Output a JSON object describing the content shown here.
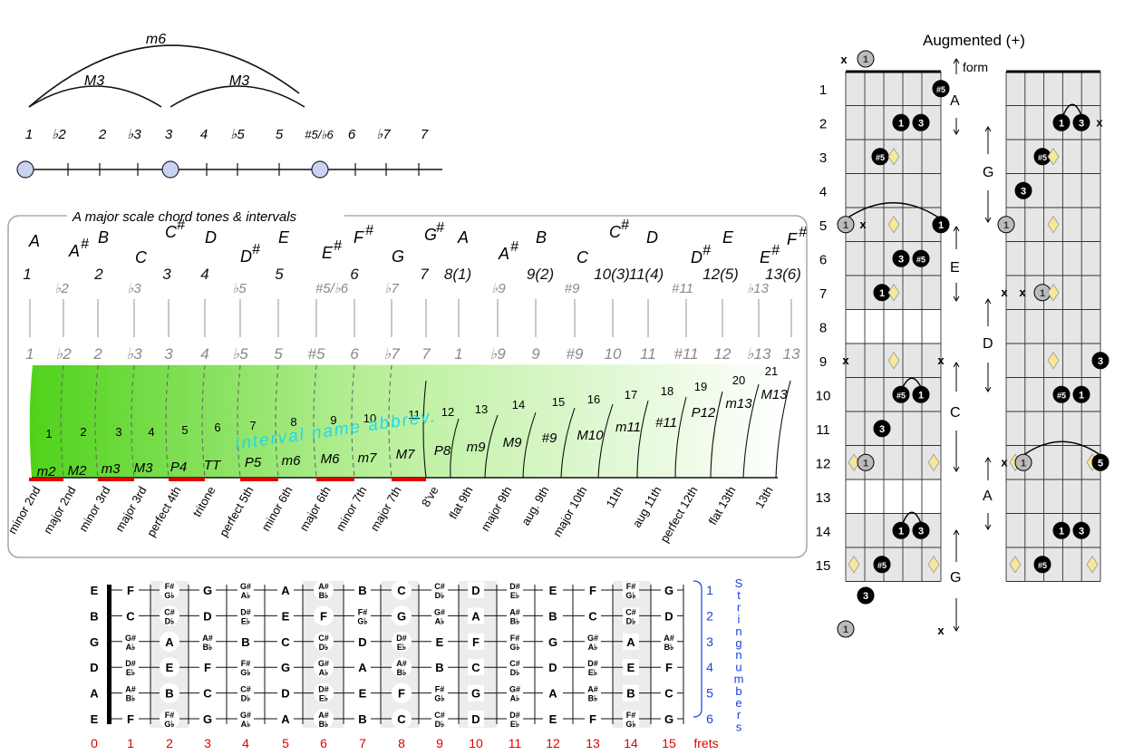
{
  "top_scale": {
    "arcs": [
      "m6",
      "M3",
      "M3"
    ],
    "degrees": [
      "1",
      "♭2",
      "2",
      "♭3",
      "3",
      "4",
      "♭5",
      "5",
      "#5/♭6",
      "6",
      "♭7",
      "7"
    ]
  },
  "chart": {
    "title": "A major scale chord tones & intervals",
    "notes": [
      "A",
      "A#",
      "B",
      "C",
      "C#",
      "D",
      "D#",
      "E",
      "E#",
      "F#",
      "G",
      "G#",
      "A",
      "A#",
      "B",
      "C",
      "C#",
      "D",
      "D#",
      "E",
      "E#",
      "F#"
    ],
    "degree_row": [
      "1",
      "♭2",
      "2",
      "♭3",
      "3",
      "4",
      "♭5",
      "5",
      "#5/♭6",
      "6",
      "♭7",
      "7",
      "8(1)",
      "♭9",
      "9(2)",
      "#9",
      "10(3)",
      "11(4)",
      "#11",
      "12(5)",
      "♭13",
      "13(6)"
    ],
    "tick_labels": [
      "1",
      "♭2",
      "2",
      "♭3",
      "3",
      "4",
      "♭5",
      "5",
      "#5",
      "6",
      "♭7",
      "7",
      "1",
      "♭9",
      "9",
      "#9",
      "10",
      "11",
      "#11",
      "12",
      "♭13",
      "13"
    ],
    "semitones": [
      "1",
      "2",
      "3",
      "4",
      "5",
      "6",
      "7",
      "8",
      "9",
      "10",
      "11",
      "12",
      "13",
      "14",
      "15",
      "16",
      "17",
      "18",
      "19",
      "20",
      "21"
    ],
    "abbrevs": [
      "m2",
      "M2",
      "m3",
      "M3",
      "P4",
      "TT",
      "P5",
      "m6",
      "M6",
      "m7",
      "M7",
      "P8",
      "m9",
      "M9",
      "#9",
      "M10",
      "m11",
      "#11",
      "P12",
      "m13",
      "M13"
    ],
    "overlay": "Interval name abbrev.",
    "names": [
      "minor 2nd",
      "major 2nd",
      "minor 3rd",
      "major 3rd",
      "perfect 4th",
      "tritone",
      "perfect 5th",
      "minor 6th",
      "major 6th",
      "minor 7th",
      "major 7th",
      "8've",
      "flat 9th",
      "major 9th",
      "aug. 9th",
      "major 10th",
      "11th",
      "aug 11th",
      "perfect 12th",
      "flat 13th",
      "13th"
    ]
  },
  "fretboard": {
    "open": [
      "E",
      "B",
      "G",
      "D",
      "A",
      "E"
    ],
    "rows": [
      [
        "F",
        "F#/G♭",
        "G",
        "G#/A♭",
        "A",
        "A#/B♭",
        "B",
        "C",
        "C#/D♭",
        "D",
        "D#/E♭",
        "E",
        "F",
        "F#/G♭",
        "G"
      ],
      [
        "C",
        "C#/D♭",
        "D",
        "D#/E♭",
        "E",
        "F",
        "F#/G♭",
        "G",
        "G#/A♭",
        "A",
        "A#/B♭",
        "B",
        "C",
        "C#/D♭",
        "D"
      ],
      [
        "G#/A♭",
        "A",
        "A#/B♭",
        "B",
        "C",
        "C#/D♭",
        "D",
        "D#/E♭",
        "E",
        "F",
        "F#/G♭",
        "G",
        "G#/A♭",
        "A",
        "A#/B♭"
      ],
      [
        "D#/E♭",
        "E",
        "F",
        "F#/G♭",
        "G",
        "G#/A♭",
        "A",
        "A#/B♭",
        "B",
        "C",
        "C#/D♭",
        "D",
        "D#/E♭",
        "E",
        "F"
      ],
      [
        "A#/B♭",
        "B",
        "C",
        "C#/D♭",
        "D",
        "D#/E♭",
        "E",
        "F",
        "F#/G♭",
        "G",
        "G#/A♭",
        "A",
        "A#/B♭",
        "B",
        "C"
      ],
      [
        "F",
        "F#/G♭",
        "G",
        "G#/A♭",
        "A",
        "A#/B♭",
        "B",
        "C",
        "C#/D♭",
        "D",
        "D#/E♭",
        "E",
        "F",
        "F#/G♭",
        "G"
      ]
    ],
    "string_numbers": [
      "1",
      "2",
      "3",
      "4",
      "5",
      "6"
    ],
    "string_label": "String numbers",
    "fret_numbers": [
      "0",
      "1",
      "2",
      "3",
      "4",
      "5",
      "6",
      "7",
      "8",
      "9",
      "10",
      "11",
      "12",
      "13",
      "14",
      "15"
    ],
    "frets_label": "frets",
    "colors": {
      "red": "#e00000",
      "blue": "#1a3fe0"
    }
  },
  "augmented": {
    "title": "Augmented (+)",
    "form_label": "form",
    "fret_labels": [
      "1",
      "2",
      "3",
      "4",
      "5",
      "6",
      "7",
      "8",
      "9",
      "10",
      "11",
      "12",
      "13",
      "14",
      "15"
    ],
    "left_forms": [
      "A",
      "E",
      "C",
      "G"
    ],
    "right_forms": [
      "G",
      "D",
      "A"
    ],
    "dot_labels": {
      "root": "1",
      "third": "3",
      "sharp5": "#5"
    },
    "mute": "x"
  }
}
